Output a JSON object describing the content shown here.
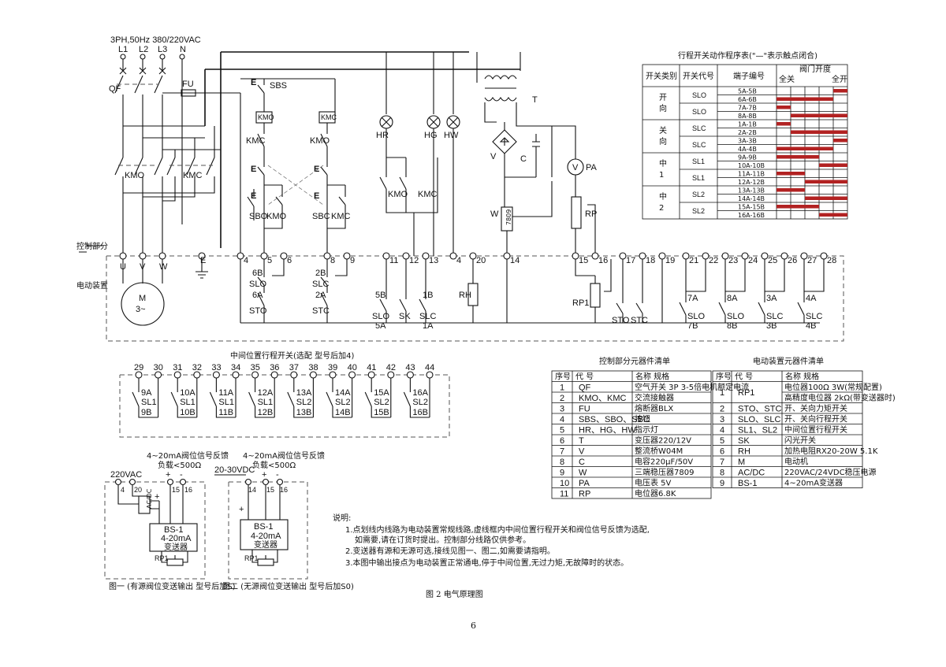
{
  "supply": {
    "label": "3PH,50Hz  380/220VAC",
    "phases": [
      "L1",
      "L2",
      "L3",
      "N"
    ]
  },
  "labels": {
    "QF": "QF",
    "FU": "FU",
    "SBS": "SBS",
    "KMO": "KMO",
    "KMC": "KMC",
    "SBO": "SBO",
    "SBC": "SBC",
    "HR": "HR",
    "HG": "HG",
    "HW": "HW",
    "T": "T",
    "V": "V",
    "C": "C",
    "PA": "PA",
    "RP": "RP",
    "W": "W",
    "W7809": "7809",
    "RH": "RH",
    "RP1": "RP1",
    "M": "M",
    "M3": "3~",
    "U": "U",
    "Vt": "V",
    "Wt": "W",
    "E": "E",
    "STO": "STO",
    "STC": "STC",
    "SLO": "SLO",
    "SLC": "SLC",
    "SK": "SK",
    "c6B": "6B",
    "c6A": "6A",
    "c2B": "2B",
    "c2A": "2A",
    "c5B": "5B",
    "c5A": "5A",
    "c1B": "1B",
    "c1A": "1A",
    "c7A": "7A",
    "c7B": "7B",
    "c8A": "8A",
    "c8B": "8B",
    "c3A": "3A",
    "c3B": "3B",
    "c4A": "4A",
    "c4B": "4B"
  },
  "zones": {
    "control": "控制部分",
    "actuator": "电动装置"
  },
  "terminals_top": [
    "4",
    "5",
    "6",
    "8",
    "9",
    "11",
    "12",
    "13",
    "4",
    "20",
    "14",
    "15",
    "16",
    "17",
    "18",
    "19",
    "21",
    "22",
    "23",
    "24",
    "25",
    "26",
    "27",
    "28"
  ],
  "mid_switch": {
    "title": "中间位置行程开关(选配  型号后加4)",
    "terminals": [
      "29",
      "30",
      "31",
      "32",
      "33",
      "34",
      "35",
      "36",
      "37",
      "38",
      "39",
      "40",
      "41",
      "42",
      "43",
      "44"
    ],
    "contacts": [
      {
        "a": "9A",
        "sw": "SL1",
        "b": "9B"
      },
      {
        "a": "10A",
        "sw": "SL1",
        "b": "10B"
      },
      {
        "a": "11A",
        "sw": "SL1",
        "b": "11B"
      },
      {
        "a": "12A",
        "sw": "SL1",
        "b": "12B"
      },
      {
        "a": "13A",
        "sw": "SL2",
        "b": "13B"
      },
      {
        "a": "14A",
        "sw": "SL2",
        "b": "14B"
      },
      {
        "a": "15A",
        "sw": "SL2",
        "b": "15B"
      },
      {
        "a": "16A",
        "sw": "SL2",
        "b": "16B"
      }
    ]
  },
  "fig1": {
    "power": "220VAC",
    "sig1": "4~20mA阀位信号反馈",
    "sig2": "负载<500Ω",
    "t4": "4",
    "t20": "20",
    "t15": "15",
    "t16": "16",
    "acdc": "AC/DC",
    "plus": "+",
    "minus": "-",
    "bs1": "BS-1",
    "bs2": "4-20mA",
    "bs3": "变送器",
    "rp1": "RP1",
    "caption": "图一 (有源阀位变送输出  型号后加S)"
  },
  "fig2": {
    "power": "20-30VDC",
    "sig1": "4~20mA阀位信号反馈",
    "sig2": "负载<500Ω",
    "t14": "14",
    "t15": "15",
    "t16": "16",
    "plus": "+",
    "minus": "-",
    "bs1": "BS-1",
    "bs2": "4-20mA",
    "bs3": "变送器",
    "rp1": "RP1",
    "caption": "图二 (无源阀位变送输出  型号后加S0)"
  },
  "sequence": {
    "title": "行程开关动作程序表(\"—\"表示触点闭合)",
    "headers": [
      "开关类别",
      "开关代号",
      "端子编号",
      "阀门开度"
    ],
    "opening": {
      "full_close": "全关",
      "full_open": "全开"
    },
    "groups": [
      {
        "cat": "开\n向",
        "rows": [
          {
            "code": "SLO",
            "terms": [
              "5A-5B",
              "6A-6B"
            ]
          },
          {
            "code": "SLO",
            "terms": [
              "7A-7B",
              "8A-8B"
            ]
          }
        ]
      },
      {
        "cat": "关\n向",
        "rows": [
          {
            "code": "SLC",
            "terms": [
              "1A-1B",
              "2A-2B"
            ]
          },
          {
            "code": "SLC",
            "terms": [
              "3A-3B",
              "4A-4B"
            ]
          }
        ]
      },
      {
        "cat": "中\n1",
        "rows": [
          {
            "code": "SL1",
            "terms": [
              "9A-9B",
              "10A-10B"
            ]
          },
          {
            "code": "SL1",
            "terms": [
              "11A-11B",
              "12A-12B"
            ]
          }
        ]
      },
      {
        "cat": "中\n2",
        "rows": [
          {
            "code": "SL2",
            "terms": [
              "13A-13B",
              "14A-14B"
            ]
          },
          {
            "code": "SL2",
            "terms": [
              "15A-15B",
              "16A-16B"
            ]
          }
        ]
      }
    ],
    "bars": [
      [
        4,
        5
      ],
      [
        0,
        4
      ],
      [
        0,
        1
      ],
      [
        1,
        5
      ],
      [
        0,
        1
      ],
      [
        1,
        5
      ],
      [
        4,
        5
      ],
      [
        0,
        4
      ],
      [
        0,
        3
      ],
      [
        3,
        5
      ],
      [
        0,
        2
      ],
      [
        2,
        5
      ],
      [
        0,
        2
      ],
      [
        2,
        5
      ],
      [
        0,
        3
      ],
      [
        3,
        5
      ]
    ]
  },
  "control_table": {
    "title": "控制部分元器件清单",
    "headers": [
      "序号",
      "代  号",
      "名称  规格"
    ],
    "rows": [
      [
        "1",
        "QF",
        "空气开关 3P 3-5倍电机额定电流"
      ],
      [
        "2",
        "KMO、KMC",
        "交流接触器"
      ],
      [
        "3",
        "FU",
        "熔断器BLX"
      ],
      [
        "4",
        "SBS、SBO、SBC",
        "按钮"
      ],
      [
        "5",
        "HR、HG、HW",
        "指示灯"
      ],
      [
        "6",
        "T",
        "变压器220/12V"
      ],
      [
        "7",
        "V",
        "整流桥W04M"
      ],
      [
        "8",
        "C",
        "电容220μF/50V"
      ],
      [
        "9",
        "W",
        "三端稳压器7809"
      ],
      [
        "10",
        "PA",
        "电压表  5V"
      ],
      [
        "11",
        "RP",
        "电位器6.8K"
      ]
    ]
  },
  "device_table": {
    "title": "电动装置元器件清单",
    "headers": [
      "序号",
      "代  号",
      "名称  规格"
    ],
    "rows": [
      [
        "1",
        "RP1",
        "电位器100Ω  3W(常规配置)",
        "高精度电位器 2kΩ(带变送器时)"
      ],
      [
        "2",
        "STO、STC",
        "开、关向力矩开关"
      ],
      [
        "3",
        "SLO、SLC",
        "开、关向行程开关"
      ],
      [
        "4",
        "SL1、SL2",
        "中间位置行程开关"
      ],
      [
        "5",
        "SK",
        "闪光开关"
      ],
      [
        "6",
        "RH",
        "加热电阻RX20-20W  5.1K"
      ],
      [
        "7",
        "M",
        "电动机"
      ],
      [
        "8",
        "AC/DC",
        "220VAC/24VDC稳压电源"
      ],
      [
        "9",
        "BS-1",
        "4~20mA变送器"
      ]
    ]
  },
  "notes": {
    "title": "说明:",
    "lines": [
      "1.点划线内线路为电动装置常规线路,虚线框内中间位置行程开关和阀位信号反馈为选配,",
      "如需要,请在订货时提出。控制部分线路仅供参考。",
      "2.变送器有源和无源可选,接线见图一、图二,如需要请指明。",
      "3.本图中输出接点为电动装置正常通电,停于中间位置,无过力矩,无故障时的状态。"
    ]
  },
  "figure_caption": "图 2   电气原理图",
  "page_number": "6"
}
